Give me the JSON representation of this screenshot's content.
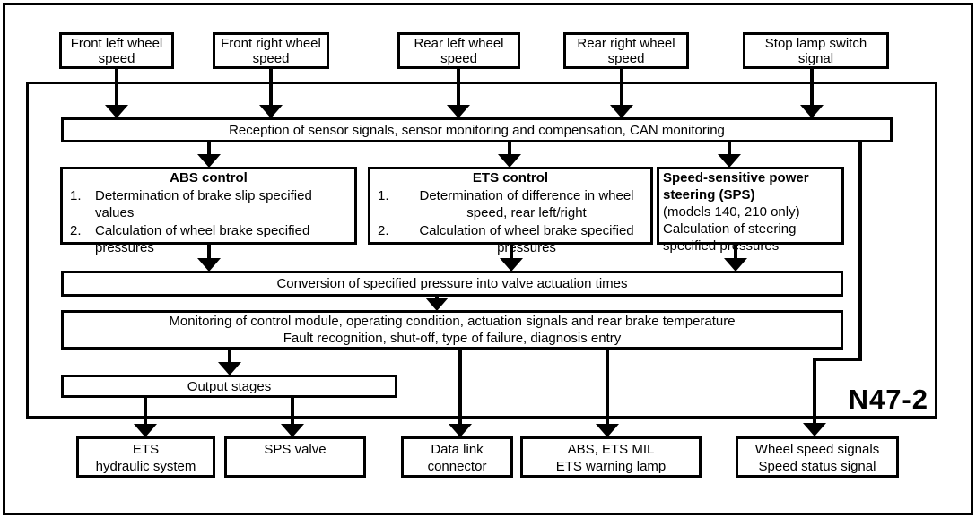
{
  "module_label": "N47-2",
  "inputs": [
    {
      "line1": "Front left wheel",
      "line2": "speed"
    },
    {
      "line1": "Front right wheel",
      "line2": "speed"
    },
    {
      "line1": "Rear left wheel",
      "line2": "speed"
    },
    {
      "line1": "Rear right wheel",
      "line2": "speed"
    },
    {
      "line1": "Stop lamp switch",
      "line2": "signal"
    }
  ],
  "reception_bar": "Reception of sensor signals, sensor monitoring and compensation, CAN monitoring",
  "abs_box": {
    "title": "ABS control",
    "item1": {
      "num": "1.",
      "line1": "Determination of brake slip specified",
      "line2": "values"
    },
    "item2": {
      "num": "2.",
      "line1": "Calculation of wheel brake specified",
      "line2": "pressures"
    }
  },
  "ets_box": {
    "title": "ETS control",
    "item1": {
      "num": "1.",
      "line1": "Determination of difference in wheel",
      "line2": "speed, rear left/right"
    },
    "item2": {
      "num": "2.",
      "line1": "Calculation of wheel brake specified",
      "line2": "pressures"
    }
  },
  "sps_box": {
    "title_line1": "Speed-sensitive power",
    "title_line2": "steering (SPS)",
    "line1": "(models 140, 210 only)",
    "line2": "Calculation of steering",
    "line3": "specified pressures"
  },
  "conversion_bar": "Conversion of specified pressure into valve actuation times",
  "monitoring_bar": {
    "line1": "Monitoring of control module, operating condition, actuation signals and rear brake temperature",
    "line2": "Fault recognition, shut-off, type of failure, diagnosis entry"
  },
  "output_stages": "Output stages",
  "outputs": [
    {
      "line1": "ETS",
      "line2": "hydraulic system"
    },
    {
      "line1": "SPS valve",
      "line2": ""
    },
    {
      "line1": "Data link",
      "line2": "connector"
    },
    {
      "line1": "ABS, ETS MIL",
      "line2": "ETS warning lamp"
    },
    {
      "line1": "Wheel speed signals",
      "line2": "Speed status signal"
    }
  ],
  "colors": {
    "ink": "#000000",
    "paper": "#ffffff"
  }
}
